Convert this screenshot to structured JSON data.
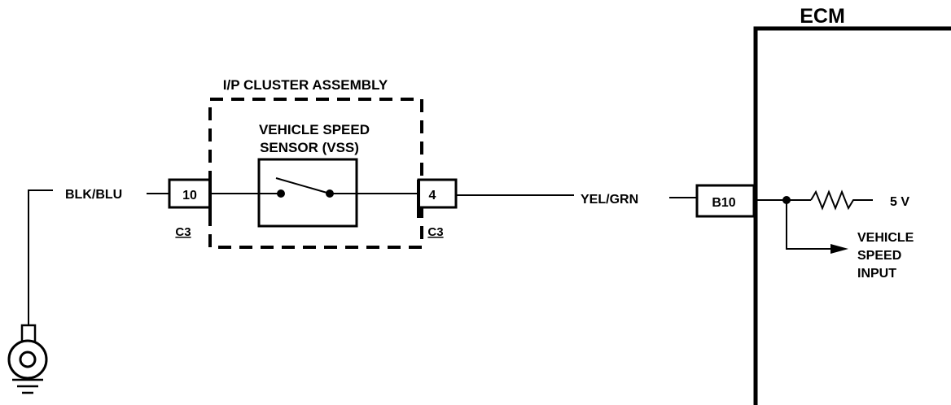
{
  "ecm": {
    "title": "ECM"
  },
  "cluster": {
    "title": "I/P CLUSTER ASSEMBLY"
  },
  "vss": {
    "line1": "VEHICLE SPEED",
    "line2": "SENSOR (VSS)"
  },
  "wires": {
    "left": "BLK/BLU",
    "right": "YEL/GRN"
  },
  "pins": {
    "left": "10",
    "right": "4",
    "ecm": "B10"
  },
  "connectors": {
    "left": "C3",
    "right": "C3"
  },
  "ecm_circuit": {
    "voltage": "5 V",
    "input_line1": "VEHICLE",
    "input_line2": "SPEED",
    "input_line3": "INPUT"
  },
  "icons": [
    "ground-icon",
    "switch-icon",
    "resistor-icon",
    "arrow-icon"
  ],
  "colors": {
    "ink": "#000000",
    "paper": "#ffffff"
  }
}
